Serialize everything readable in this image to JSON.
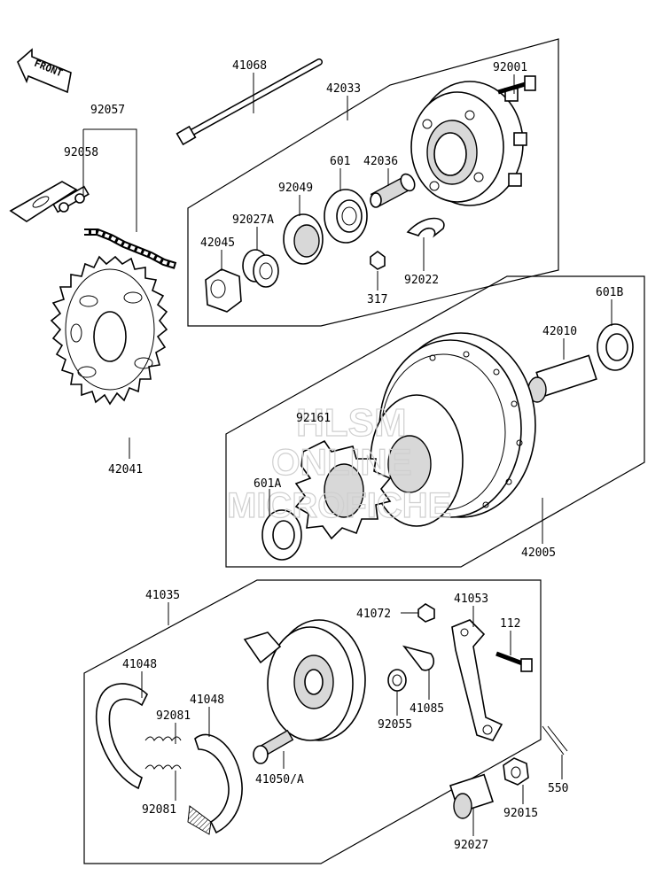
{
  "front_label": "FRONT",
  "watermark": {
    "line1": "HLSM",
    "line2": "ONLINE",
    "line3": "MICROFICHE"
  },
  "labels": {
    "p41068": "41068",
    "p42033": "42033",
    "p92001": "92001",
    "p92057": "92057",
    "p92058": "92058",
    "p601": "601",
    "p42036": "42036",
    "p92049": "92049",
    "p92027A": "92027A",
    "p42045": "42045",
    "p317": "317",
    "p92022": "92022",
    "p601B": "601B",
    "p42010": "42010",
    "p92161": "92161",
    "p601A": "601A",
    "p42041": "42041",
    "p42005": "42005",
    "p41035": "41035",
    "p41053": "41053",
    "p41072": "41072",
    "p112": "112",
    "p41048a": "41048",
    "p41048b": "41048",
    "p92081a": "92081",
    "p92081b": "92081",
    "p41085": "41085",
    "p92055": "92055",
    "p41050A": "41050/A",
    "p550": "550",
    "p92015": "92015",
    "p92027": "92027"
  }
}
